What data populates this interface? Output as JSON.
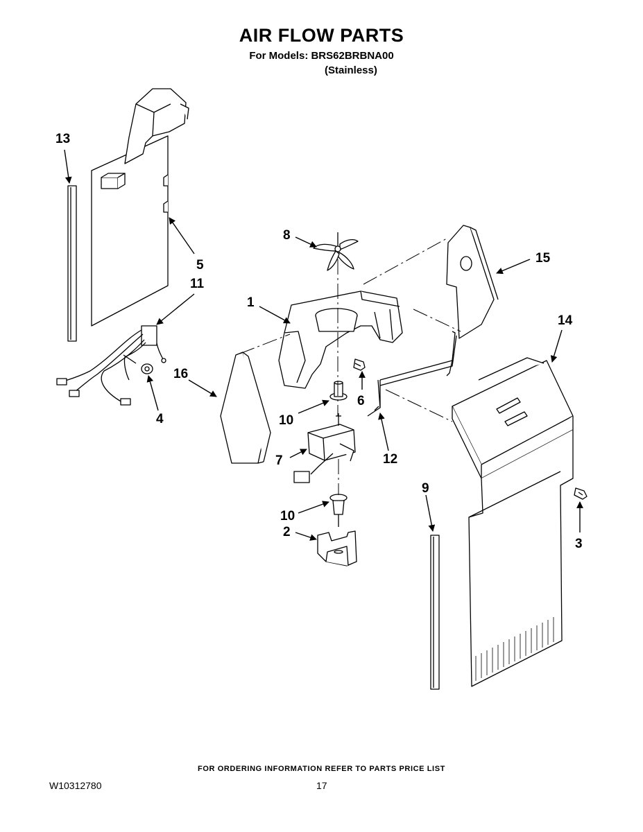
{
  "header": {
    "title": "AIR FLOW PARTS",
    "models_line": "For Models: BRS62BRBNA00",
    "variant": "(Stainless)"
  },
  "callouts": {
    "c1": "1",
    "c2": "2",
    "c3": "3",
    "c4": "4",
    "c5": "5",
    "c6": "6",
    "c7": "7",
    "c8": "8",
    "c9": "9",
    "c10a": "10",
    "c10b": "10",
    "c11": "11",
    "c12": "12",
    "c13": "13",
    "c14": "14",
    "c15": "15",
    "c16": "16"
  },
  "footer": {
    "ordering_note": "FOR ORDERING INFORMATION REFER TO PARTS PRICE LIST",
    "doc_number": "W10312780",
    "page_number": "17"
  }
}
